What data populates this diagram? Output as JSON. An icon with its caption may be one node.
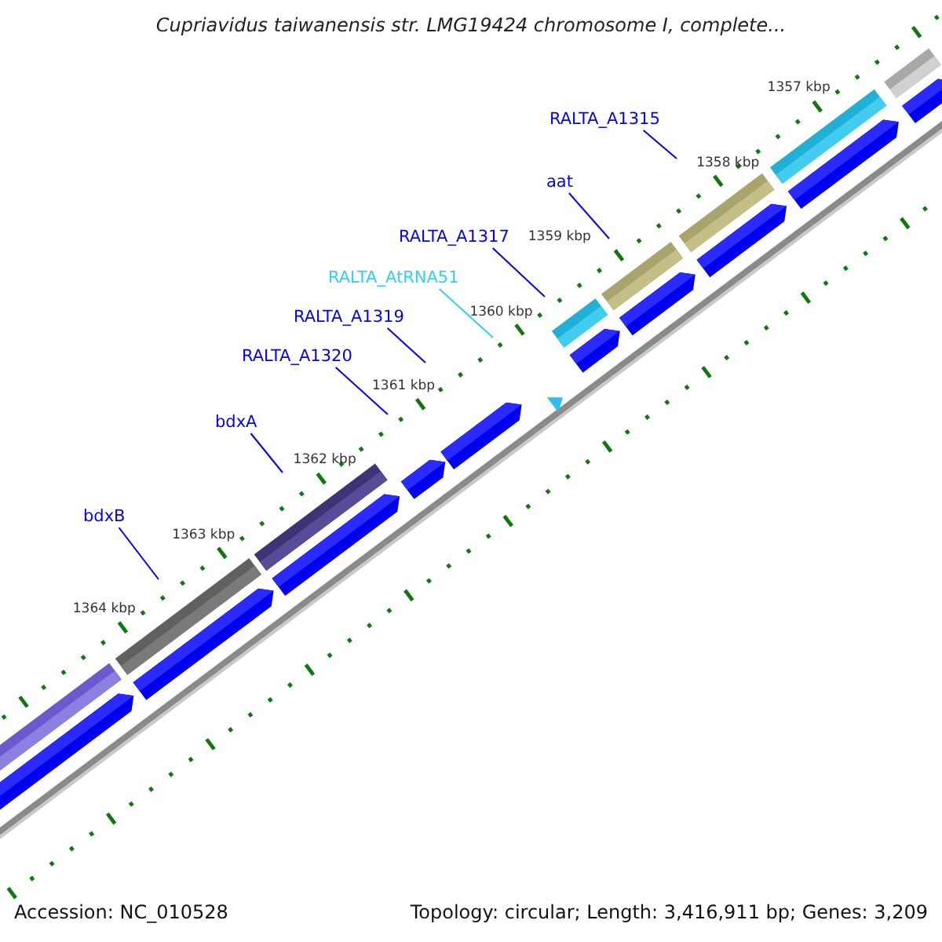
{
  "diagram": {
    "title": "Cupriavidus taiwanensis str. LMG19424 chromosome I, complete...",
    "nodes": [
      {
        "text": [
          "RALTA_A1315"
        ]
      },
      {
        "text": [
          "aat"
        ]
      },
      {
        "text": [
          "RALTA_A1317"
        ]
      },
      {
        "text": [
          "RALTA_AtRNA51"
        ]
      },
      {
        "text": [
          "RALTA_A1319"
        ]
      },
      {
        "text": [
          "RALTA_A1320"
        ]
      },
      {
        "text": [
          "bdxA"
        ]
      },
      {
        "text": [
          "bdxB"
        ]
      }
    ],
    "edges": [
      {
        "from": 0,
        "to": null,
        "arrow": "none"
      },
      {
        "from": 1,
        "to": null,
        "arrow": "none"
      },
      {
        "from": 2,
        "to": null,
        "arrow": "none"
      },
      {
        "from": 3,
        "to": null,
        "arrow": "none",
        "color": "#33ccff"
      },
      {
        "from": 4,
        "to": null,
        "arrow": "none"
      },
      {
        "from": 5,
        "to": null,
        "arrow": "none"
      },
      {
        "from": 6,
        "to": null,
        "arrow": "none"
      },
      {
        "from": 7,
        "to": null,
        "arrow": "none"
      }
    ],
    "labels": [
      "1357 kbp",
      "1358 kbp",
      "1359 kbp",
      "1360 kbp",
      "1361 kbp",
      "1362 kbp",
      "1363 kbp",
      "1364 kbp",
      "Accession: NC_010528",
      "Topology: circular; Length: 3,416,911 bp; Genes: 3,209"
    ]
  }
}
